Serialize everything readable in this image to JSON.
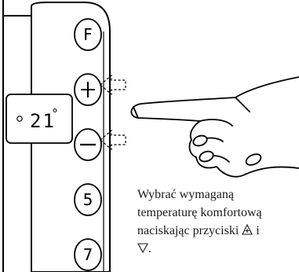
{
  "display": {
    "reading": "21",
    "unit_symbol": "°"
  },
  "remote_buttons": [
    {
      "label": "F",
      "kind": "text"
    },
    {
      "label": "+",
      "kind": "plus"
    },
    {
      "label": "−",
      "kind": "minus"
    },
    {
      "label": "5",
      "kind": "text"
    },
    {
      "label": "7",
      "kind": "text"
    }
  ],
  "caption": {
    "line1": "Wybrać wymaganą",
    "line2": "temperaturę komfortową",
    "line3": "naciskając przyciski",
    "line3_suffix": " i",
    "line4_suffix": "."
  },
  "icons": {
    "hand": "pointing-hand-icon",
    "plus_triangle": "plus-triangle-icon",
    "down_triangle": "down-triangle-icon",
    "arrow": "dashed-arrow-icon"
  }
}
